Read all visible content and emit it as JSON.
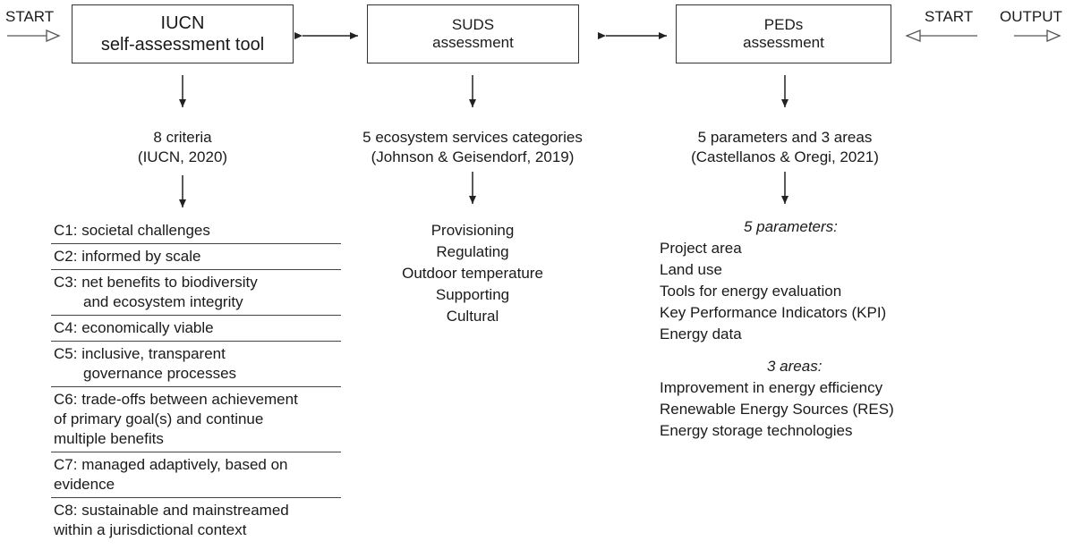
{
  "labels": {
    "start_left": "START",
    "start_right": "START",
    "output": "OUTPUT"
  },
  "boxes": {
    "iucn": {
      "line1": "IUCN",
      "line2": "self-assessment tool"
    },
    "suds": {
      "line1": "SUDS",
      "line2": "assessment"
    },
    "peds": {
      "line1": "PEDs",
      "line2": "assessment"
    }
  },
  "iucn": {
    "summary": {
      "line1": "8 criteria",
      "line2": "(IUCN, 2020)"
    },
    "criteria": [
      {
        "code": "C1:",
        "text": "societal challenges",
        "cont": ""
      },
      {
        "code": "C2:",
        "text": "informed by scale",
        "cont": ""
      },
      {
        "code": "C3:",
        "text": "net benefits to biodiversity",
        "cont": "and ecosystem integrity"
      },
      {
        "code": "C4:",
        "text": "economically viable",
        "cont": ""
      },
      {
        "code": "C5:",
        "text": "inclusive, transparent",
        "cont": "governance processes"
      },
      {
        "code": "C6:",
        "text": "trade-offs between achievement",
        "cont": "of primary goal(s) and continue",
        "cont2": "multiple benefits"
      },
      {
        "code": "C7:",
        "text": "managed adaptively, based on",
        "cont": "evidence"
      },
      {
        "code": "C8:",
        "text": "sustainable and mainstreamed",
        "cont": "within a jurisdictional context"
      }
    ]
  },
  "suds": {
    "summary": {
      "line1": "5 ecosystem services categories",
      "line2": "(Johnson & Geisendorf, 2019)"
    },
    "categories": [
      "Provisioning",
      "Regulating",
      "Outdoor temperature",
      "Supporting",
      "Cultural"
    ]
  },
  "peds": {
    "summary": {
      "line1": "5 parameters and 3 areas",
      "line2": "(Castellanos & Oregi, 2021)"
    },
    "parameters_heading": "5 parameters:",
    "parameters": [
      "Project area",
      "Land use",
      "Tools for energy evaluation",
      "Key Performance Indicators (KPI)",
      "Energy data"
    ],
    "areas_heading": "3 areas:",
    "areas": [
      "Improvement in energy efficiency",
      "Renewable Energy Sources (RES)",
      "Energy storage technologies"
    ]
  }
}
